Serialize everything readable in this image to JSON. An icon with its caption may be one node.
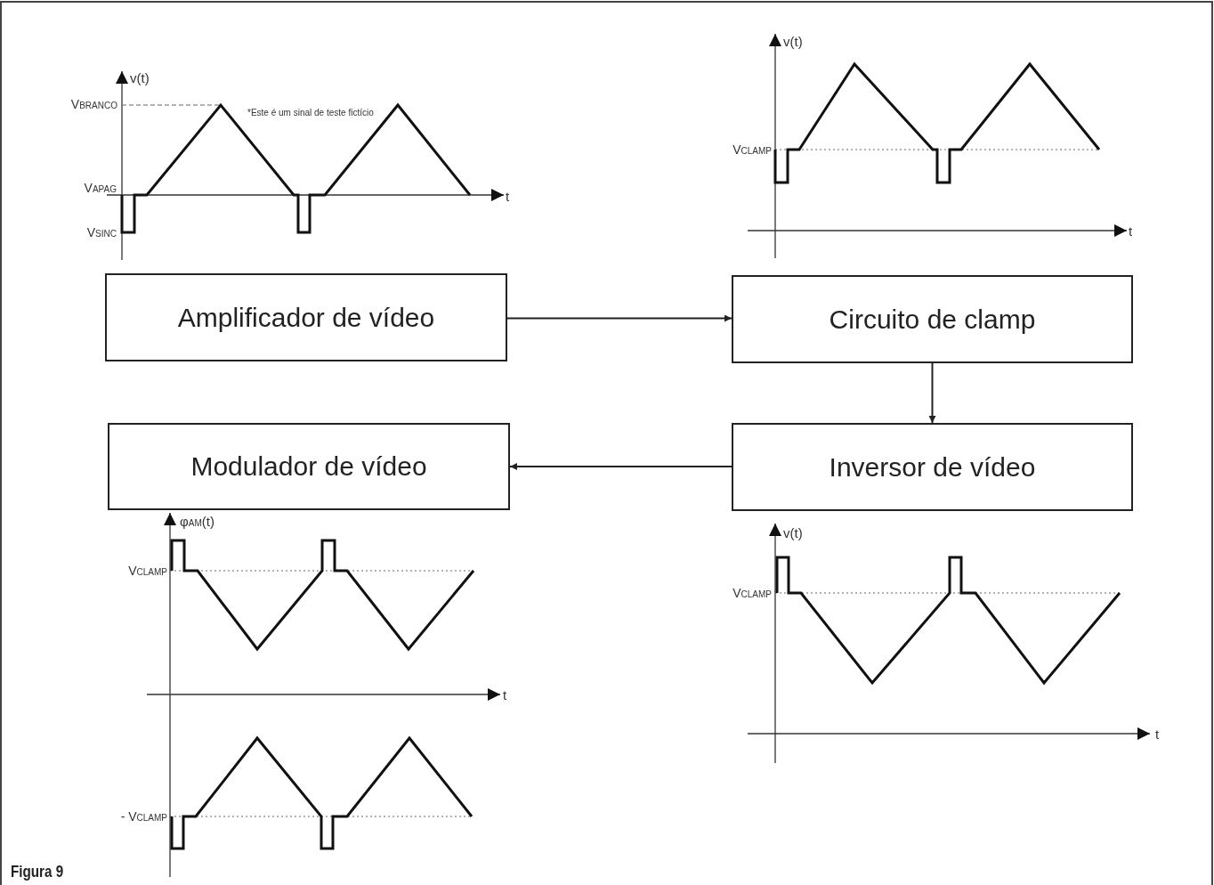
{
  "diagram": {
    "caption": "Figura 9",
    "nodes": [
      {
        "text": [
          "Amplificador de vídeo"
        ]
      },
      {
        "text": [
          "Circuito de clamp"
        ]
      },
      {
        "text": [
          "Modulador de vídeo"
        ]
      },
      {
        "text": [
          "Inversor de vídeo"
        ]
      }
    ],
    "edges": [
      {
        "from": 0,
        "to": 1,
        "arrow": "to"
      },
      {
        "from": 1,
        "to": 3,
        "arrow": "to"
      },
      {
        "from": 3,
        "to": 2,
        "arrow": "to"
      }
    ],
    "labels": [
      "v(t)",
      "V$_{BRANCO}$",
      "*Este é um sinal de teste fictício",
      "V$_{APAG}$",
      "t",
      "V$_{SINC}$",
      "v(t)",
      "V$_{CLAMP}$",
      "t",
      "φ$_{AM}$(t)",
      "V$_{CLAMP}$",
      "t",
      "- V$_{CLAMP}$",
      "v(t)",
      "V$_{CLAMP}$",
      "t"
    ]
  }
}
